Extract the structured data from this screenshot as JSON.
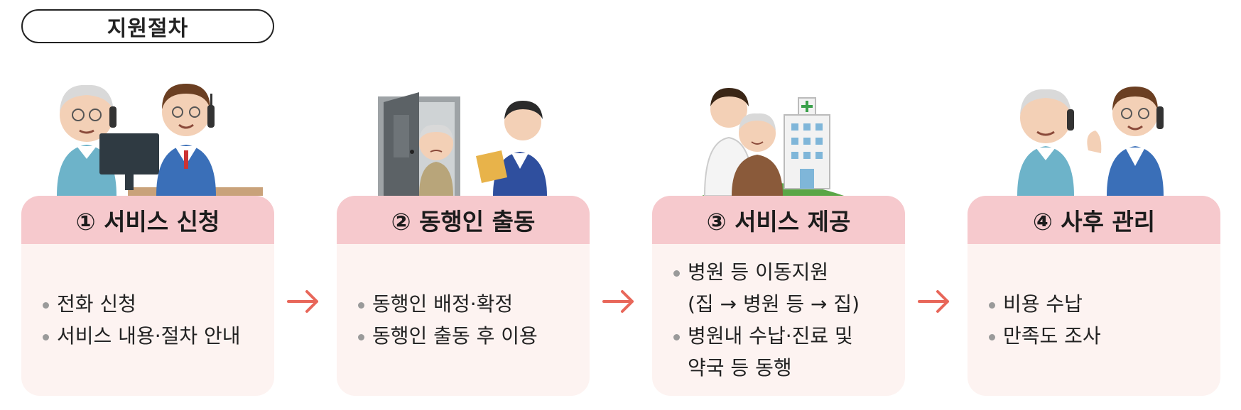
{
  "title": "지원절차",
  "steps": [
    {
      "header": "① 서비스 신청",
      "items": [
        {
          "line1": "전화 신청",
          "line2": ""
        },
        {
          "line1": "서비스 내용·절차 안내",
          "line2": ""
        }
      ]
    },
    {
      "header": "② 동행인 출동",
      "items": [
        {
          "line1": "동행인 배정·확정",
          "line2": ""
        },
        {
          "line1": "동행인 출동 후 이용",
          "line2": ""
        }
      ]
    },
    {
      "header": "③ 서비스 제공",
      "items": [
        {
          "line1": "병원 등 이동지원",
          "line2": "(집 → 병원 등 → 집)"
        },
        {
          "line1": "병원내 수납·진료 및",
          "line2": "약국 등 동행"
        }
      ]
    },
    {
      "header": "④ 사후 관리",
      "items": [
        {
          "line1": "비용 수납",
          "line2": ""
        },
        {
          "line1": "만족도 조사",
          "line2": ""
        }
      ]
    }
  ],
  "colors": {
    "header_bg": "#f6c9cd",
    "card_bg": "#fdf3f1",
    "arrow": "#e8675a",
    "bullet": "#9a9a9a"
  }
}
